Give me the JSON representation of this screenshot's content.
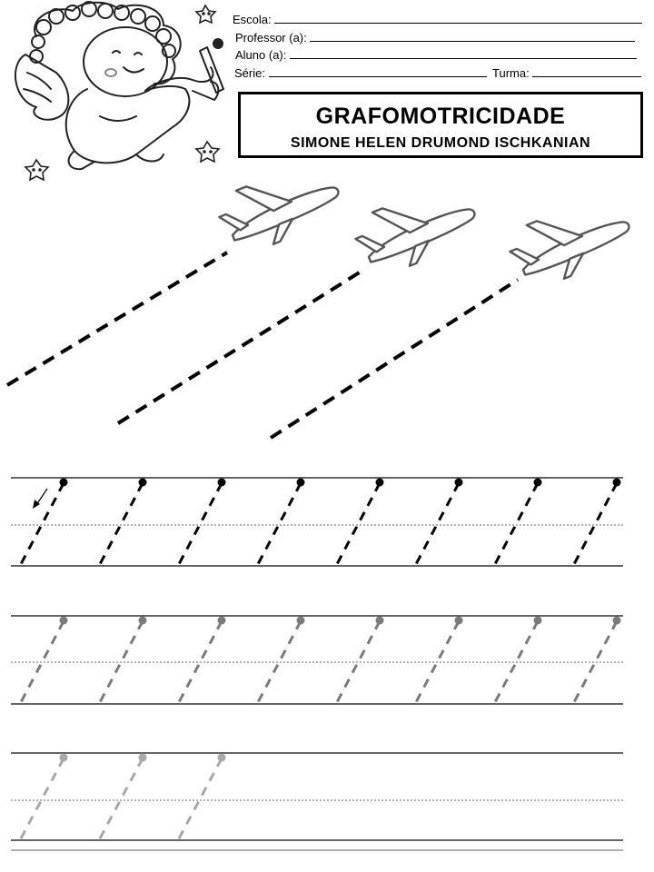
{
  "header": {
    "school_label": "Escola:",
    "teacher_label": "Professor (a):",
    "student_label": "Aluno (a):",
    "grade_label": "Série:",
    "class_label": "Turma:"
  },
  "title": {
    "main": "GRAFOMOTRICIDADE",
    "author": "SIMONE HELEN DRUMOND ISCHKANIAN"
  },
  "illustration": {
    "character": "angel-child-with-pencil-icon",
    "decorations": "star-icon",
    "vehicle": "airplane-icon"
  },
  "colors": {
    "ink_dark": "#000000",
    "ink_medium": "#7a7a7a",
    "ink_light": "#a8a8a8"
  }
}
